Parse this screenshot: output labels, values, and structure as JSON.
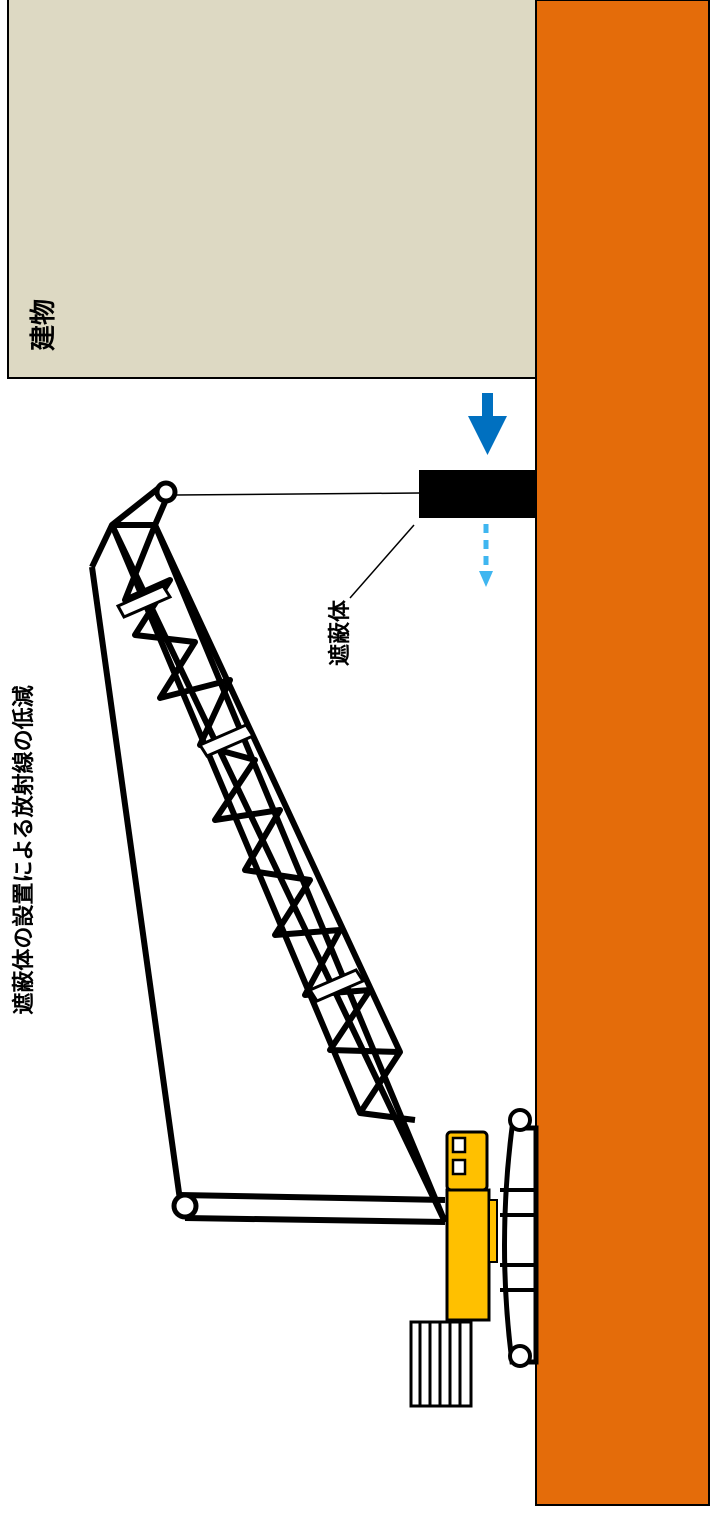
{
  "title": "遮蔽体の設置による放射線の低減",
  "labels": {
    "building": "建物",
    "shield": "遮蔽体"
  },
  "colors": {
    "ground": "#e46c0a",
    "building": "#ddd9c3",
    "shield": "#000000",
    "crane_body": "#ffc000",
    "arrow_solid": "#0070c0",
    "arrow_dashed": "#3fb6f0"
  },
  "icons": {
    "arrow_solid": "solid-down-arrow",
    "arrow_dashed": "dashed-down-arrow"
  }
}
